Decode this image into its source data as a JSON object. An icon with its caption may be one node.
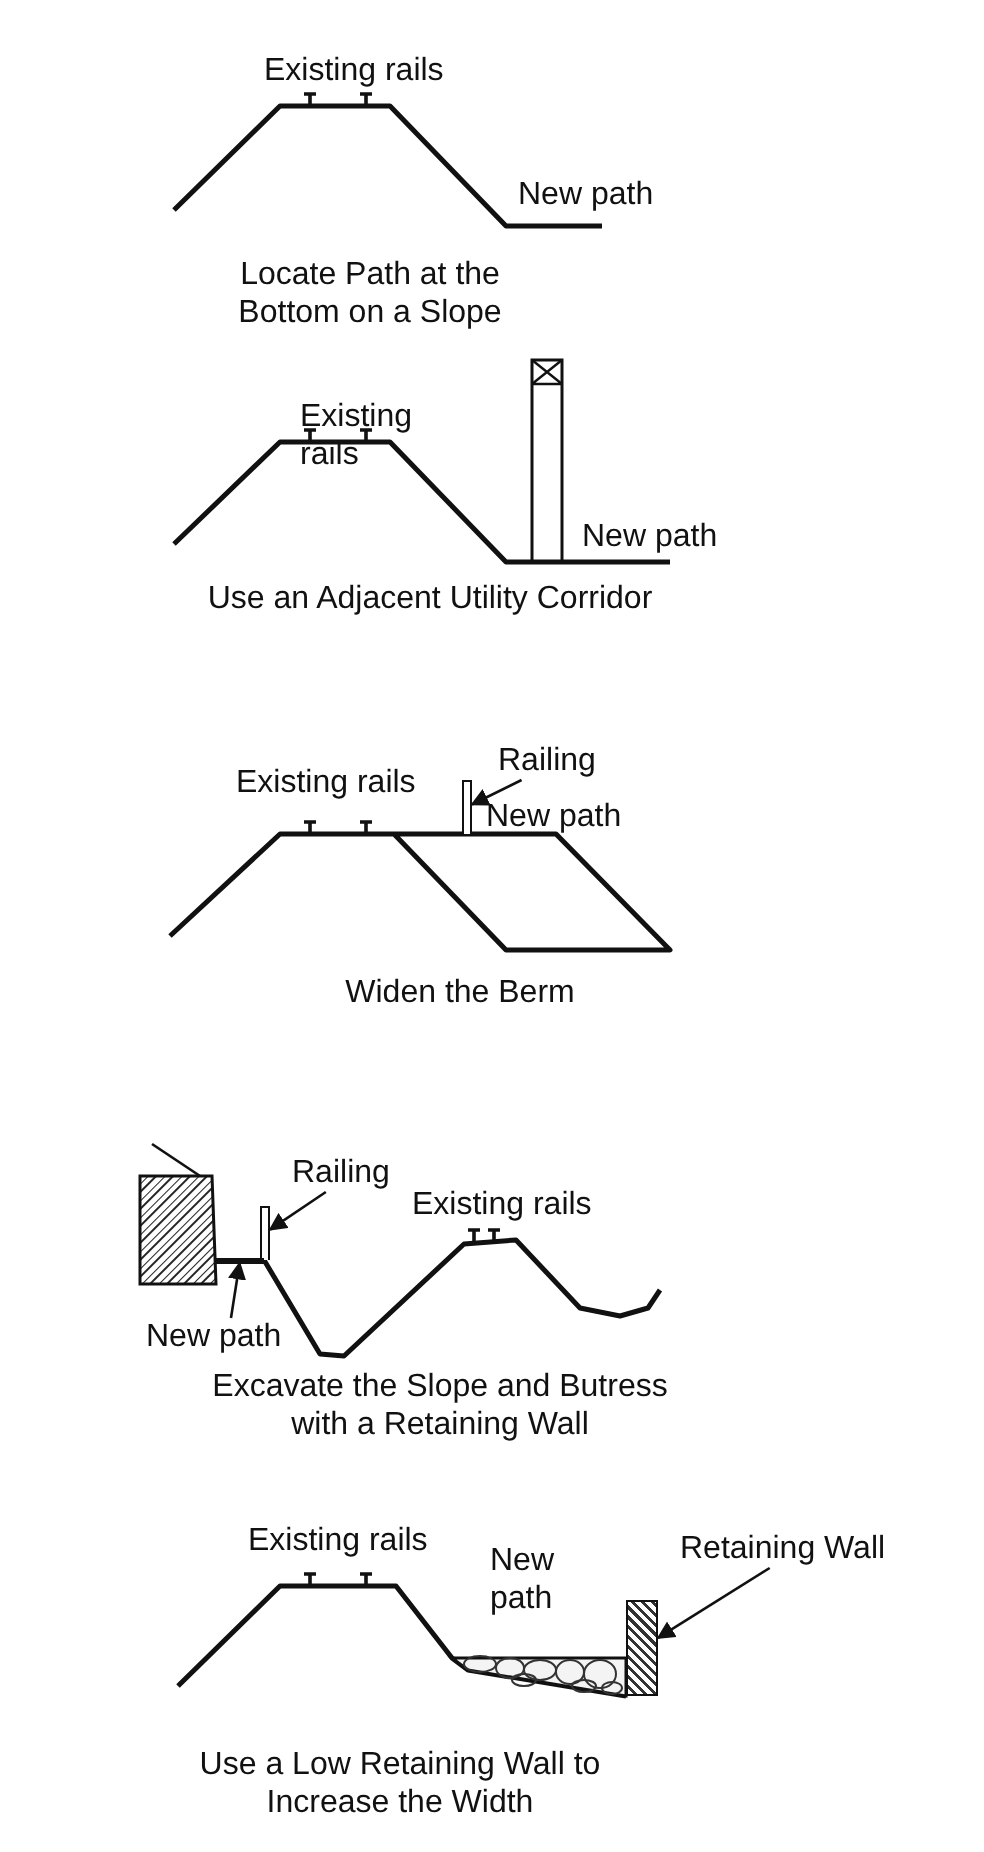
{
  "diagram": {
    "nodes": [
      {
        "text": [
          "Railing"
        ]
      },
      {
        "text": [],
        "shape": "bar"
      },
      {
        "text": [
          "Railing"
        ]
      },
      {
        "text": [],
        "shape": "bar"
      },
      {
        "text": [
          "New path"
        ]
      },
      {
        "text": [],
        "shape": "bar"
      },
      {
        "text": [
          "Retaining Wall"
        ]
      },
      {
        "text": [],
        "shape": "box"
      }
    ],
    "edges": [
      {
        "from": 0,
        "to": 1,
        "arrow": "to"
      },
      {
        "from": 2,
        "to": 3,
        "arrow": "to"
      },
      {
        "from": 4,
        "to": 5,
        "arrow": "to"
      },
      {
        "from": 6,
        "to": 7,
        "arrow": "to"
      }
    ],
    "labels": [
      "Existing rails",
      "New path",
      "Locate Path at the Bottom on a Slope",
      "Existing rails",
      "New path",
      "Use an Adjacent Utility Corridor",
      "Existing rails",
      "New path",
      "Widen the Berm",
      "Existing rails",
      "Excavate the Slope and Butress with a Retaining Wall",
      "Existing rails",
      "New path",
      "Use a Low Retaining Wall to Increase the Width"
    ]
  }
}
